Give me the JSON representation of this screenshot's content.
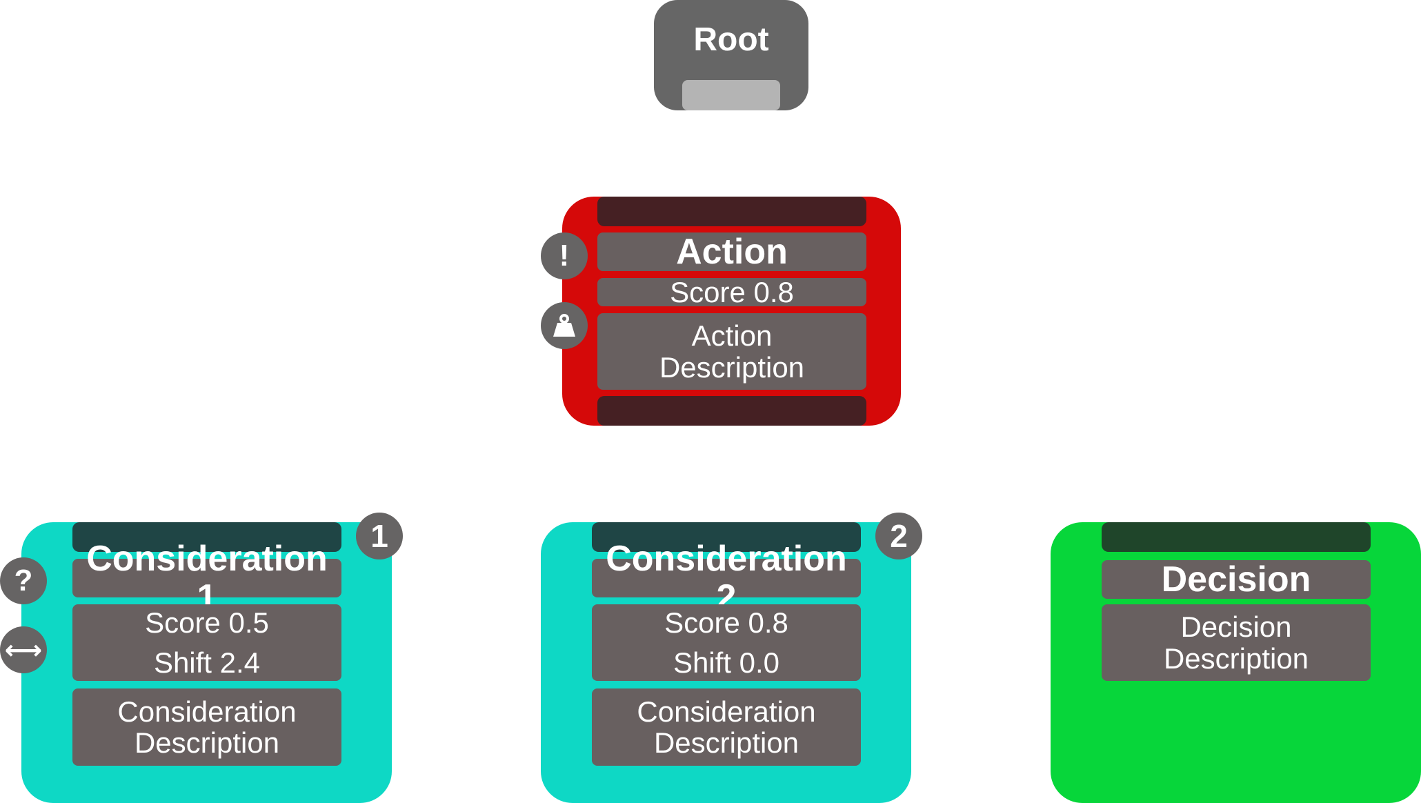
{
  "root": {
    "label": "Root"
  },
  "action": {
    "title": "Action",
    "score": "Score 0.8",
    "description_line1": "Action",
    "description_line2": "Description",
    "icons": [
      "exclamation-icon",
      "weight-icon"
    ]
  },
  "consideration1": {
    "badge": "1",
    "title": "Consideration 1",
    "score": "Score 0.5",
    "shift": "Shift 2.4",
    "description_line1": "Consideration",
    "description_line2": "Description",
    "icons": [
      "question-icon",
      "horizontal-arrows-icon"
    ]
  },
  "consideration2": {
    "badge": "2",
    "title": "Consideration 2",
    "score": "Score 0.8",
    "shift": "Shift 0.0",
    "description_line1": "Consideration",
    "description_line2": "Description"
  },
  "decision": {
    "title": "Decision",
    "description_line1": "Decision",
    "description_line2": "Description"
  },
  "colors": {
    "root_fill": "#666666",
    "root_handle": "#b4b4b4",
    "action_fill": "#d50909",
    "action_bar": "#452023",
    "consideration_fill": "#0ed8c5",
    "consideration_bar": "#1f4545",
    "decision_fill": "#07d63a",
    "decision_bar": "#1f452a",
    "panel_fill": "#686060",
    "icon_fill": "#666464"
  },
  "glyphs": {
    "exclamation": "!",
    "question": "?",
    "arrows": "⟷"
  }
}
